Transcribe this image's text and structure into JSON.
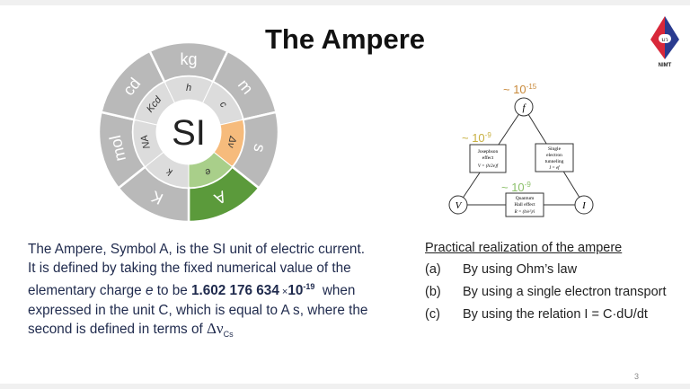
{
  "title": "The Ampere",
  "logo": {
    "text": "NIMT",
    "mark": "มว"
  },
  "si_wheel": {
    "center": "SI",
    "segments": [
      {
        "unit": "kg",
        "constant": "h",
        "outer_color": "#b9b9b9",
        "inner_color": "#dcdcdc"
      },
      {
        "unit": "m",
        "constant": "c",
        "outer_color": "#b9b9b9",
        "inner_color": "#dcdcdc"
      },
      {
        "unit": "s",
        "constant": "Δν",
        "outer_color": "#b9b9b9",
        "inner_color": "#f6bb7c"
      },
      {
        "unit": "A",
        "constant": "e",
        "outer_color": "#5b9a3b",
        "inner_color": "#a9cf8a"
      },
      {
        "unit": "K",
        "constant": "k",
        "outer_color": "#b9b9b9",
        "inner_color": "#dcdcdc"
      },
      {
        "unit": "mol",
        "constant": "NA",
        "outer_color": "#b9b9b9",
        "inner_color": "#dcdcdc"
      },
      {
        "unit": "cd",
        "constant": "Kcd",
        "outer_color": "#b9b9b9",
        "inner_color": "#dcdcdc"
      }
    ]
  },
  "diagram": {
    "nodes": {
      "f": "f",
      "V": "V",
      "I": "I"
    },
    "uncertainty_top": {
      "base": "~ 10",
      "exp": "-15",
      "color": "#c8893a"
    },
    "uncertainty_left": {
      "base": "~ 10",
      "exp": "-9",
      "color": "#c8b040"
    },
    "uncertainty_bottom": {
      "base": "~ 10",
      "exp": "-9",
      "color": "#8cc06a"
    },
    "josephson": {
      "line1": "Josephson",
      "line2": "effect",
      "formula": "V = (h/2e)f"
    },
    "set": {
      "line1": "Single",
      "line2": "electron",
      "line3": "tunneling",
      "formula": "I = ef"
    },
    "qhe": {
      "line1": "Quantum",
      "line2": "Hall effect",
      "formula": "R = (h/e²)/i"
    }
  },
  "body": {
    "line1": "The Ampere, Symbol A, is the SI unit of electric current.",
    "line2": "It is defined by taking the fixed numerical value of the",
    "line3_a": "elementary charge ",
    "line3_e": "e",
    "line3_b": " to be ",
    "value": "1.602 176 634",
    "times": " ×",
    "ten": "10",
    "exp": "-19",
    "line3_c": "  when",
    "line4": "expressed in the unit C, which is equal to A s, where the",
    "line5": "second is defined in terms of ",
    "delta_nu": "Δν",
    "cs": "Cs"
  },
  "practical": {
    "heading": "Practical realization of the ampere",
    "items": [
      {
        "label": "(a)",
        "text": "By using Ohm’s law"
      },
      {
        "label": "(b)",
        "text": "By using a single electron transport"
      },
      {
        "label": "(c)",
        "text": "By using the relation I = C·dU/dt"
      }
    ]
  },
  "page_number": "3"
}
